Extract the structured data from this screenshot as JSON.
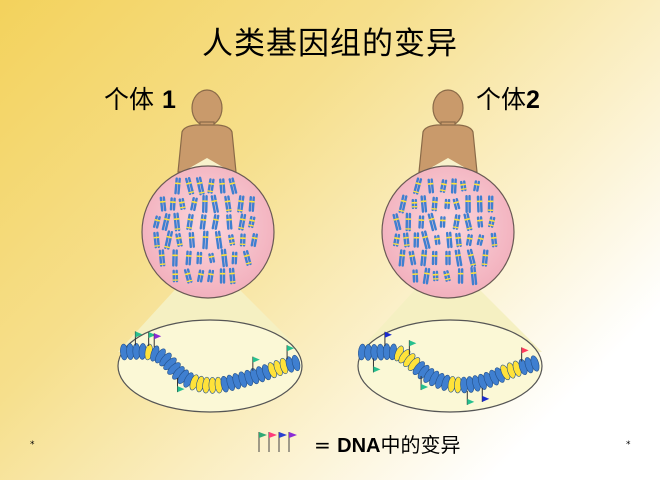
{
  "title": "人类基因组的变异",
  "individual1": {
    "label": "个体",
    "number": "1"
  },
  "individual2": {
    "label": "个体",
    "number": "2"
  },
  "legend": {
    "text_prefix": "= ",
    "text_dna": "DNA",
    "text_suffix": "中的变异",
    "flag_colors": [
      "#2ea874",
      "#ff3b7a",
      "#2a3fd0",
      "#8b2bd6"
    ]
  },
  "footer": {
    "left_mark": "*",
    "right_mark": "*"
  },
  "colors": {
    "person": "#c99a6b",
    "cell": "#f7c2cc",
    "zoom_cone": "#f6f2c6",
    "ellipse_bg": "#fbf8d6",
    "dna_blue": "#3f7fd0",
    "dna_yellow": "#ffe23a"
  },
  "variations": {
    "individual1": [
      {
        "color": "#26c08e"
      },
      {
        "color": "#26c08e"
      },
      {
        "color": "#8b2bd6"
      },
      {
        "color": "#26c08e"
      },
      {
        "color": "#26c08e"
      },
      {
        "color": "#26c08e"
      }
    ],
    "individual2": [
      {
        "color": "#1a2ad0"
      },
      {
        "color": "#26c08e"
      },
      {
        "color": "#26c08e"
      },
      {
        "color": "#26c08e"
      },
      {
        "color": "#1a2ad0"
      },
      {
        "color": "#ff3b5c"
      },
      {
        "color": "#26c08e"
      }
    ]
  }
}
